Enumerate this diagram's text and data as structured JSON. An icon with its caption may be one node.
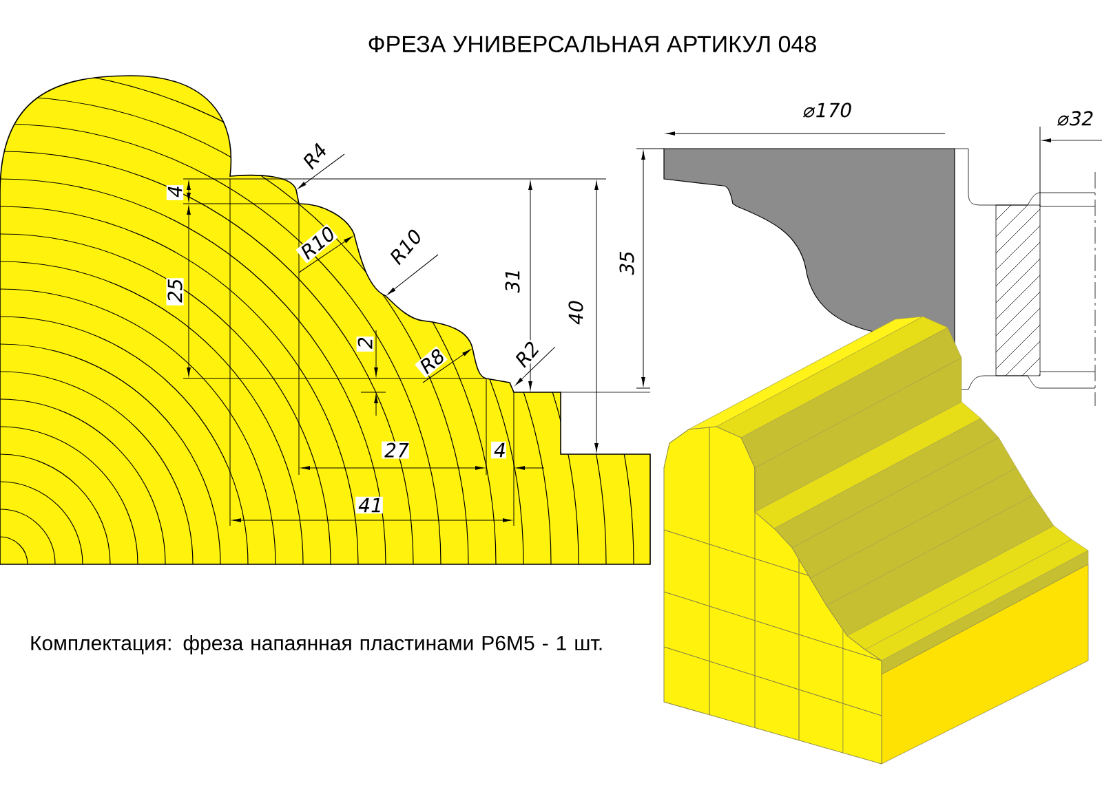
{
  "diagram": {
    "title": "ФРЕЗА УНИВЕРСАЛЬНАЯ АРТИКУЛ 048",
    "labels": [
      "⌀170",
      "⌀32",
      "R4",
      "4",
      "R10",
      "R10",
      "35",
      "31",
      "25",
      "40",
      "2",
      "R2",
      "R8",
      "27",
      "4",
      "41",
      "Комплектация: фреза напаянная пластинами Р6М5 - 1 шт."
    ]
  }
}
